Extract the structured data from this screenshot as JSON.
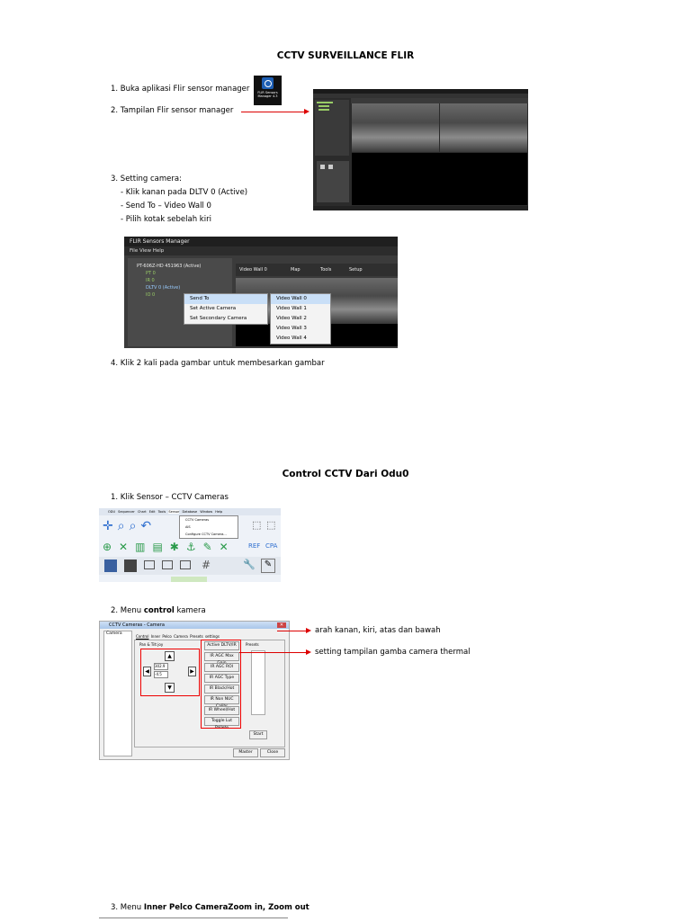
{
  "section1": {
    "title": "CCTV SURVEILLANCE FLIR",
    "step1": "1.  Buka aplikasi Flir sensor manager",
    "app_icon_label": "FLIR Sensors Manager 4.3",
    "step2": "2.  Tampilan Flir sensor manager",
    "step3": "3.  Setting camera:",
    "step3_sub": [
      "-    Klik kanan pada DLTV 0 (Active)",
      "-    Send To – Video Wall 0",
      "-    Pilih kotak sebelah kiri"
    ],
    "step4": "4.  Klik 2 kali pada gambar untuk membesarkan gambar"
  },
  "flir_window": {
    "title": "FLIR Sensors Manager",
    "menu": "File   View   Help",
    "tree": [
      "PT-606Z-HD 451963 (Active)",
      "PT 0",
      "IR 0",
      "DLTV 0 (Active)",
      "IO 0"
    ],
    "tabs": [
      "Video Wall 0",
      "Map",
      "Tools",
      "Setup"
    ],
    "context_menu": [
      "Send To",
      "Set Active Camera",
      "Set Secondary Camera"
    ],
    "submenu": [
      "Video Wall 0",
      "Video Wall 1",
      "Video Wall 2",
      "Video Wall 3",
      "Video Wall 4"
    ]
  },
  "section2": {
    "title": "Control CCTV Dari Odu0",
    "step1": "1.  Klik Sensor – CCTV Cameras",
    "toolbar_menu": [
      "ODU",
      "Sequencer",
      "Chart",
      "Edit",
      "Tools",
      "Sensor",
      "Database",
      "Window",
      "Help"
    ],
    "sensor_menu": [
      "CCTV Cameras",
      "AIS",
      "Configure CCTV Camera..."
    ],
    "toolbar_labels": [
      "REF",
      "CPA"
    ],
    "step2_prefix": "2.  Menu ",
    "step2_bold": "control",
    "step2_suffix": " kamera",
    "annot1": "arah kanan, kiri, atas dan bawah",
    "annot2": "setting tampilan gamba camera thermal",
    "step3_prefix": "3.  Menu ",
    "step3_bold": "Inner Pelco CameraZoom in, Zoom out"
  },
  "camera_dialog": {
    "title": "CCTV Cameras - Camera",
    "list_item": "Camera",
    "tabs": [
      "Control",
      "Inner Pelco Camera",
      "Presets settings"
    ],
    "group": "Pan & Tilt joy",
    "pan_value": "302.9",
    "tilt_value": "-4.5",
    "buttons": [
      "Active DLTV/IR",
      "IR AGC Max Gain",
      "IR AGC ROI",
      "IR AGC Type",
      "IR Black/Hot",
      "IR Non NUC Calibr",
      "IR Wheel/Hot",
      "Toggle Lut Pallete"
    ],
    "presets": "Presets",
    "start": "Start",
    "footer": [
      "Master",
      "Close"
    ]
  }
}
